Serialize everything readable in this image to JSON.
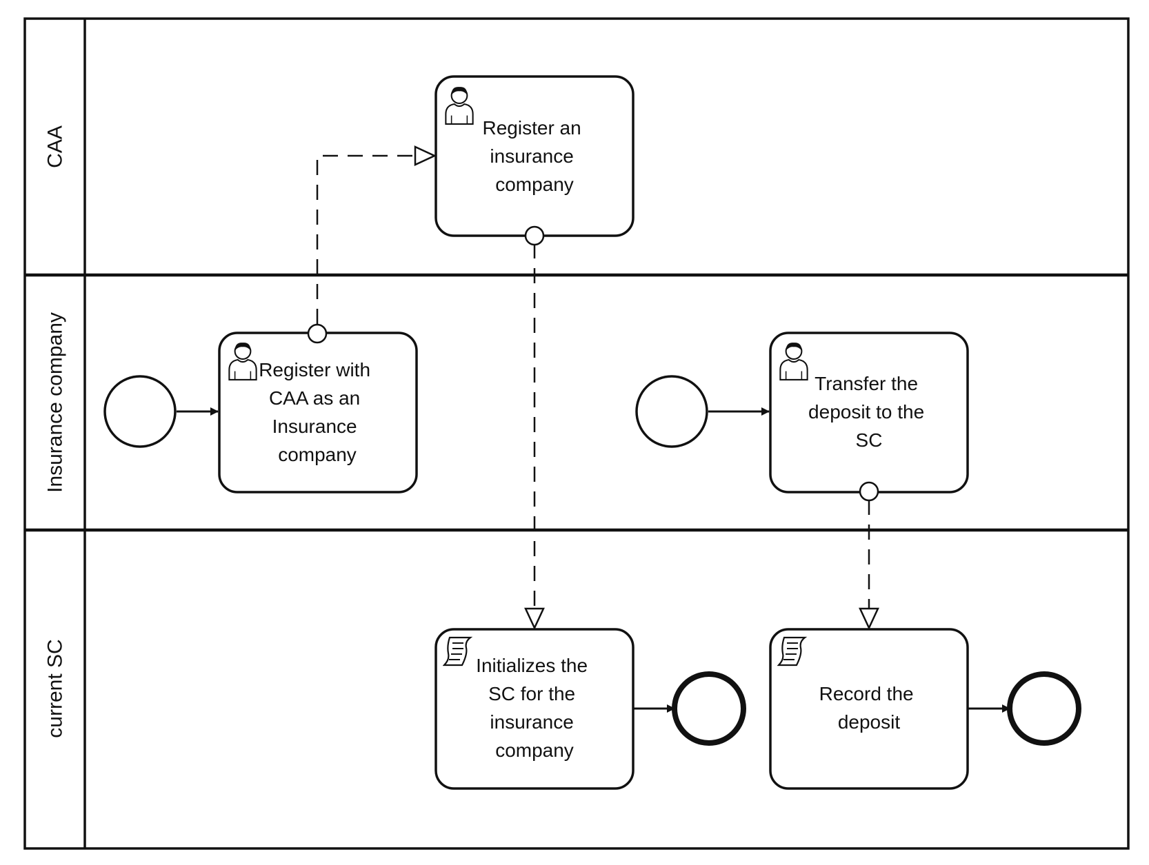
{
  "lanes": [
    {
      "id": "caa",
      "label": "CAA"
    },
    {
      "id": "insurance",
      "label": "Insurance company"
    },
    {
      "id": "sc",
      "label": "current SC"
    }
  ],
  "tasks": [
    {
      "id": "register_insurance",
      "type": "user",
      "lines": [
        "Register an",
        "insurance",
        "company"
      ]
    },
    {
      "id": "register_with_caa",
      "type": "user",
      "lines": [
        "Register with",
        "CAA as an",
        "Insurance",
        "company"
      ]
    },
    {
      "id": "transfer_deposit",
      "type": "user",
      "lines": [
        "Transfer the",
        "deposit to the",
        "SC"
      ]
    },
    {
      "id": "initializes_sc",
      "type": "script",
      "lines": [
        "Initializes the",
        "SC for the",
        "insurance",
        "company"
      ]
    },
    {
      "id": "record_deposit",
      "type": "script",
      "lines": [
        "Record the",
        "deposit"
      ]
    }
  ],
  "events": [
    {
      "id": "start_1",
      "kind": "start"
    },
    {
      "id": "start_2",
      "kind": "start"
    },
    {
      "id": "end_1",
      "kind": "end"
    },
    {
      "id": "end_2",
      "kind": "end"
    }
  ],
  "flows": [
    {
      "kind": "sequence",
      "from": "start_1",
      "to": "register_with_caa"
    },
    {
      "kind": "sequence",
      "from": "start_2",
      "to": "transfer_deposit"
    },
    {
      "kind": "sequence",
      "from": "initializes_sc",
      "to": "end_1"
    },
    {
      "kind": "sequence",
      "from": "record_deposit",
      "to": "end_2"
    },
    {
      "kind": "message",
      "from": "register_with_caa",
      "to": "register_insurance"
    },
    {
      "kind": "message",
      "from": "register_insurance",
      "to": "initializes_sc"
    },
    {
      "kind": "message",
      "from": "transfer_deposit",
      "to": "record_deposit"
    }
  ],
  "icons": {
    "user_task": "user-icon",
    "script_task": "script-icon"
  }
}
